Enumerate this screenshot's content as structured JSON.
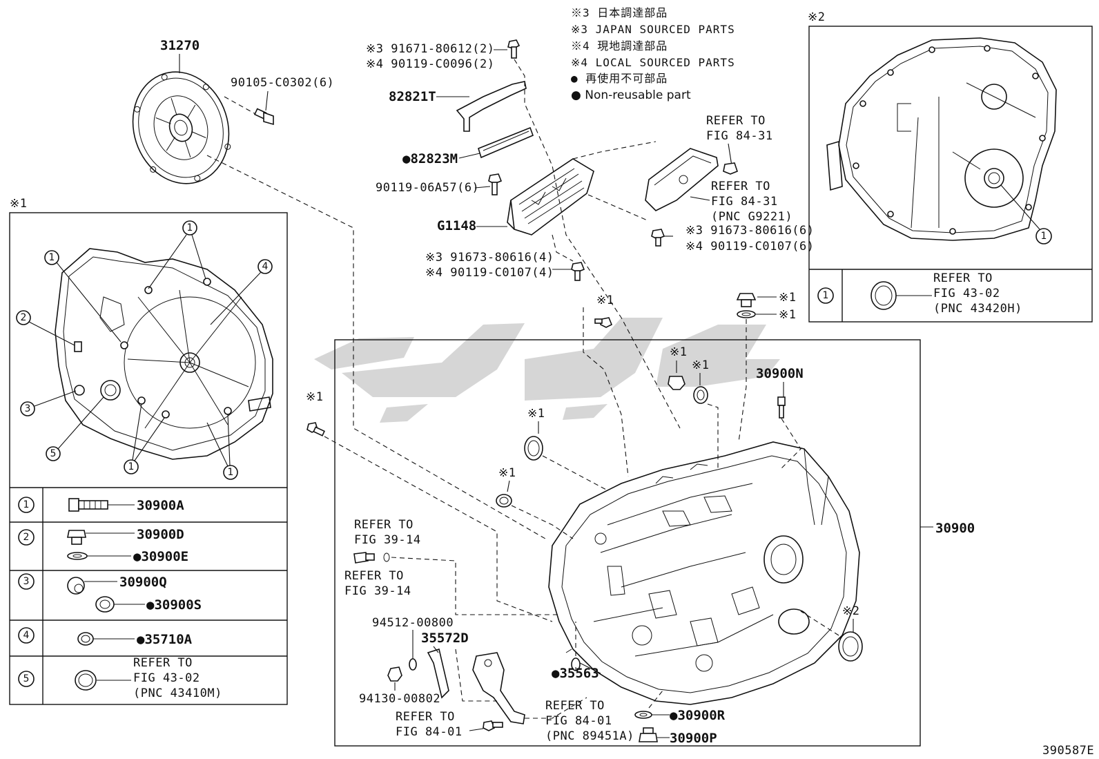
{
  "legend": {
    "line1": "※3 日本調達部品",
    "line2": "※3 JAPAN SOURCED PARTS",
    "line3": "※4 現地調達部品",
    "line4": "※4 LOCAL SOURCED PARTS",
    "line5": "● 再使用不可部品",
    "line6": "● Non-reusable part"
  },
  "doc_id": "390587E",
  "parts": {
    "p31270": "31270",
    "p90105": "90105-C0302(6)",
    "p91671": "※3 91671-80612(2)",
    "p90119a": "※4 90119-C0096(2)",
    "p82821T": "82821T",
    "p82823M": "●82823M",
    "p90119b": "90119-06A57(6)",
    "pG1148": "G1148",
    "p91673a": "※3 91673-80616(4)",
    "p90119c": "※4 90119-C0107(4)",
    "p91673b": "※3 91673-80616(6)",
    "p90119d": "※4 90119-C0107(6)",
    "p30900N": "30900N",
    "p30900": "30900",
    "p94512": "94512-00800",
    "p35572D": "35572D",
    "p94130": "94130-00802",
    "p35563": "●35563",
    "p30900R": "●30900R",
    "p30900P": "30900P"
  },
  "refs": {
    "r8431a_1": "REFER TO",
    "r8431a_2": "FIG 84-31",
    "r8431b_1": "REFER TO",
    "r8431b_2": "FIG 84-31",
    "r8431b_3": "(PNC G9221)",
    "r3914a_1": "REFER TO",
    "r3914a_2": "FIG 39-14",
    "r3914b_1": "REFER TO",
    "r3914b_2": "FIG 39-14",
    "r8401a_1": "REFER TO",
    "r8401a_2": "FIG 84-01",
    "r8401b_1": "REFER TO",
    "r8401b_2": "FIG 84-01",
    "r8401b_3": "(PNC 89451A)"
  },
  "marks": {
    "x1": "※1",
    "x2": "※2"
  },
  "inset1": {
    "tag": "※1",
    "rows": [
      {
        "num": "1",
        "parts": [
          "30900A"
        ]
      },
      {
        "num": "2",
        "parts": [
          "30900D",
          "●30900E"
        ]
      },
      {
        "num": "3",
        "parts": [
          "30900Q",
          "●30900S"
        ]
      },
      {
        "num": "4",
        "parts": [
          "●35710A"
        ]
      },
      {
        "num": "5",
        "ref": [
          "REFER TO",
          "FIG 43-02",
          "(PNC 43410M)"
        ]
      }
    ],
    "callouts": [
      "1",
      "1",
      "2",
      "3",
      "4",
      "5",
      "1",
      "1"
    ]
  },
  "inset2": {
    "tag": "※2",
    "row": {
      "num": "1",
      "ref": [
        "REFER TO",
        "FIG 43-02",
        "(PNC 43420H)"
      ]
    },
    "callout": "1"
  }
}
